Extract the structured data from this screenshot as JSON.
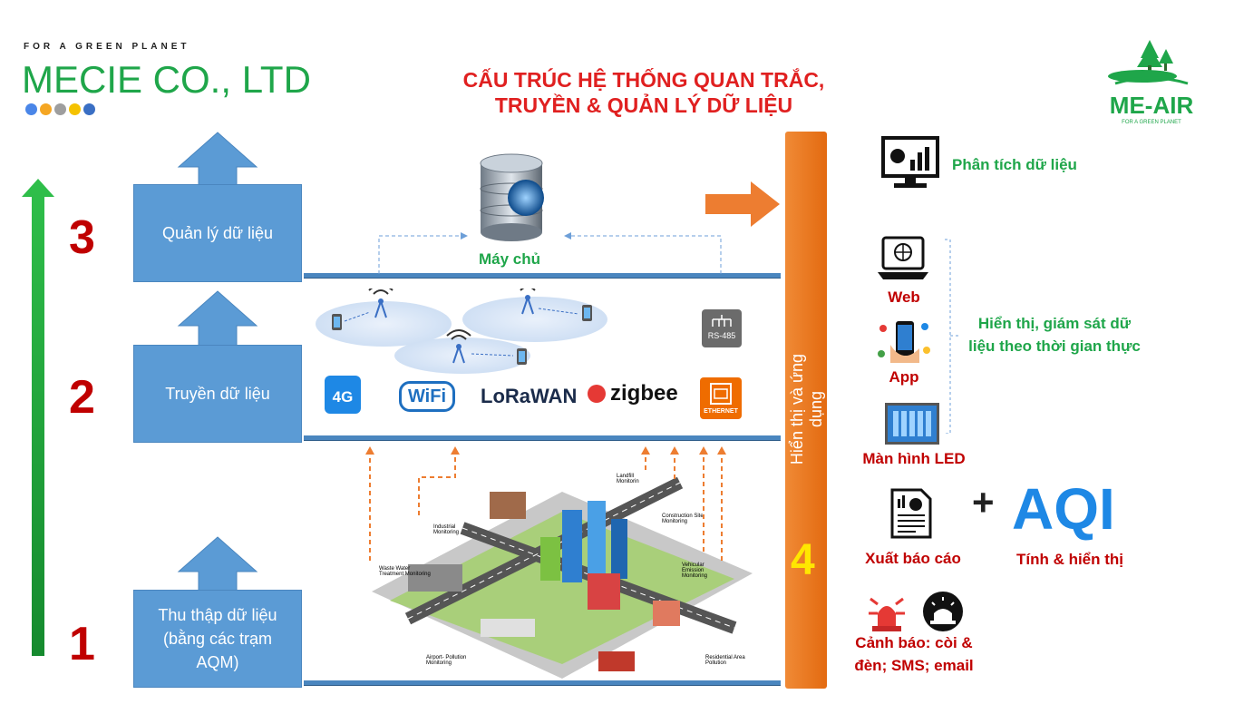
{
  "brand": {
    "tagline": "FOR A GREEN PLANET",
    "name": "MECIE CO., LTD",
    "dot_colors": [
      "#4a86e8",
      "#f5a623",
      "#9e9e9e",
      "#f5c200",
      "#3a6fc4"
    ],
    "logo_text": "ME-AIR",
    "logo_tagline": "FOR A GREEN PLANET"
  },
  "title": {
    "line1": "CẤU TRÚC HỆ THỐNG QUAN TRẮC,",
    "line2": "TRUYỀN & QUẢN LÝ DỮ LIỆU"
  },
  "layers": [
    {
      "number": "3",
      "label": "Quản lý dữ liệu"
    },
    {
      "number": "2",
      "label": "Truyền dữ liệu"
    },
    {
      "number": "1",
      "label": "Thu thập dữ liệu (bằng các trạm AQM)"
    }
  ],
  "server": {
    "label": "Máy chủ"
  },
  "protocols": {
    "p4g": "4G",
    "wifi": "WiFi",
    "lora": "LoRaWAN",
    "zigbee": "zigbee",
    "ethernet": "ETHERNET",
    "rs485": "RS-485"
  },
  "city_labels": {
    "landfill": "Landfill Monitorin",
    "construction": "Construction Site Monitoring",
    "industrial": "Industrial Monitoring",
    "waste_water": "Waste Water Treatment Monitoring",
    "vehicular": "Vehicular Emission Monitoring",
    "airport": "Airport- Pollution Monitoring",
    "residential": "Residential Area Pollution"
  },
  "display": {
    "bar_label": "Hiển thị và ứng dụng",
    "number": "4",
    "analysis": "Phân tích dữ liệu",
    "web": "Web",
    "app": "App",
    "led": "Màn hình LED",
    "monitor_text": "Hiển thị, giám sát dữ liệu theo thời gian thực",
    "report": "Xuất báo cáo",
    "plus": "+",
    "aqi": "AQI",
    "aqi_text": "Tính & hiển thị",
    "alert": "Cảnh báo: còi & đèn; SMS; email"
  }
}
